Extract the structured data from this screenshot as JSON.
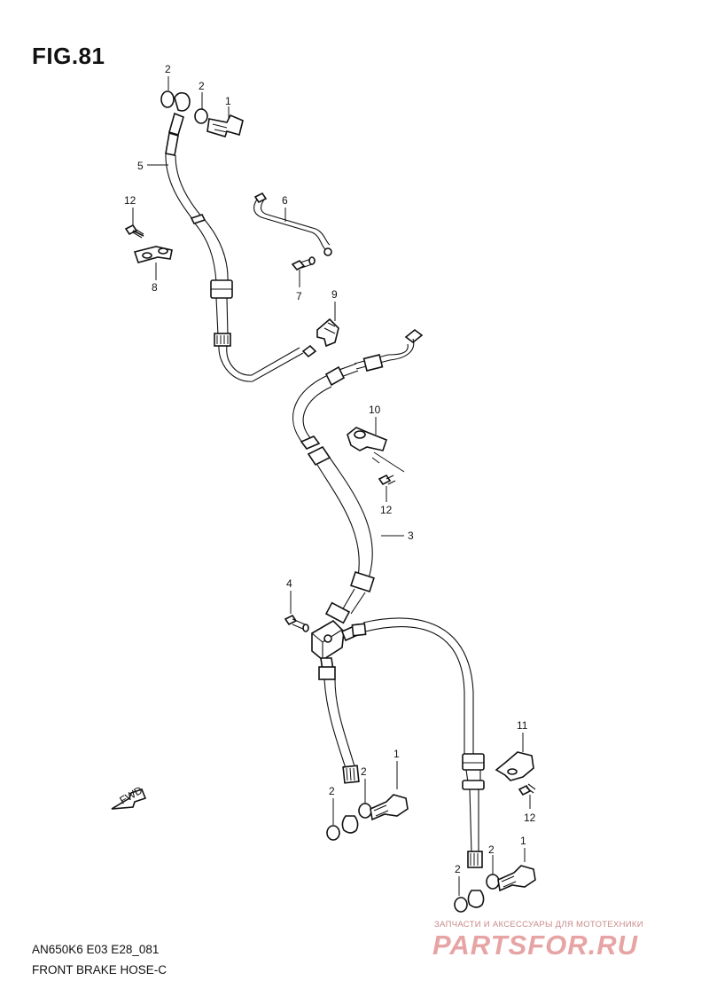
{
  "figure_label": "FIG.81",
  "model_code": "AN650K6 E03 E28_081",
  "diagram_name": "FRONT BRAKE HOSE-C",
  "fwd_label": "FWD",
  "watermark": {
    "subtitle": "ЗАПЧАСТИ И АКСЕССУАРЫ ДЛЯ МОТОТЕХНИКИ",
    "brand": "PARTSFOR.RU"
  },
  "callouts": {
    "c1_top": "1",
    "c2_top_a": "2",
    "c2_top_b": "2",
    "c5": "5",
    "c6": "6",
    "c12_a": "12",
    "c8": "8",
    "c7": "7",
    "c9": "9",
    "c10": "10",
    "c12_b": "12",
    "c3": "3",
    "c4": "4",
    "c11": "11",
    "c12_c": "12",
    "c2_mid_a": "2",
    "c2_mid_b": "2",
    "c1_mid": "1",
    "c2_bot_a": "2",
    "c2_bot_b": "2",
    "c1_bot": "1"
  }
}
